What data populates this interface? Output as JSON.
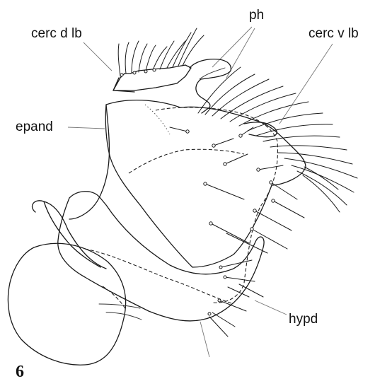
{
  "labels": {
    "cerc_d_lb": "cerc d lb",
    "ph": "ph",
    "cerc_v_lb": "cerc v lb",
    "epand": "epand",
    "hypd": "hypd"
  },
  "figure_number": "6"
}
